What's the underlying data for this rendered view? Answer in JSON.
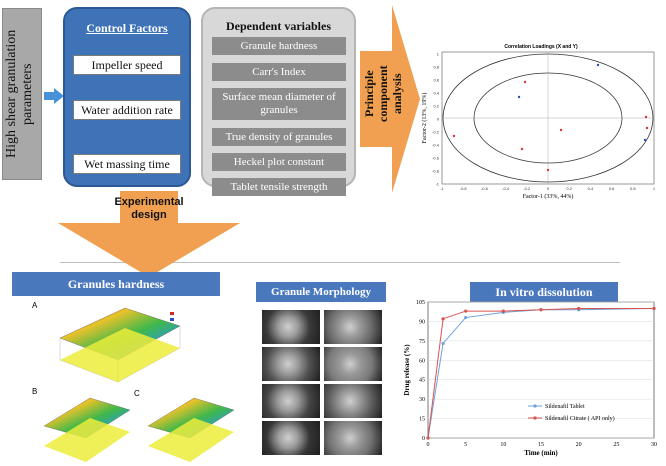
{
  "left_label": "High shear granulation parameters",
  "control": {
    "title": "Control Factors",
    "items": [
      "Impeller speed",
      "Water addition rate",
      "Wet massing time"
    ]
  },
  "dependent": {
    "title": "Dependent variables",
    "items": [
      "Granule hardness",
      "Carr's Index",
      "Surface mean diameter of granules",
      "True density of granules",
      "Heckel plot constant",
      "Tablet tensile strength"
    ]
  },
  "pca_label": "Principle component analysis",
  "pca_plot": {
    "title": "Correlation Loadings (X and Y)",
    "xlabel": "Factor-1 (33%, 44%)",
    "ylabel": "Factor-2 (13%, 19%)",
    "xticks": [
      "-1",
      "-0.8",
      "-0.6",
      "-0.4",
      "-0.2",
      "0",
      "0.2",
      "0.4",
      "0.6",
      "0.8",
      "1"
    ],
    "yticks": [
      "1",
      "0.8",
      "0.6",
      "0.4",
      "0.2",
      "0",
      "-0.2",
      "-0.4",
      "-0.6",
      "-0.8",
      "-1"
    ]
  },
  "experimental_label": "Experimental design",
  "granules_hardness": {
    "title": "Granules hardness",
    "panel_labels": [
      "A",
      "B",
      "C"
    ]
  },
  "morphology": {
    "title": "Granule Morphology"
  },
  "dissolution": {
    "title": "In vitro dissolution",
    "chart_data": {
      "type": "line",
      "xlabel": "Time (min)",
      "ylabel": "Drug release (%)",
      "xlim": [
        0,
        30
      ],
      "ylim": [
        0,
        105
      ],
      "xticks": [
        0,
        5,
        10,
        15,
        20,
        25,
        30
      ],
      "yticks": [
        0,
        15,
        30,
        45,
        60,
        75,
        90,
        105
      ],
      "series": [
        {
          "name": "Sildenafil Tablet",
          "color": "#6fa3d8",
          "x": [
            0,
            2,
            5,
            10,
            15,
            20,
            30
          ],
          "y": [
            0,
            73,
            93,
            97,
            99,
            99,
            100
          ]
        },
        {
          "name": "Sildenafil Citrate ( API only)",
          "color": "#d9534f",
          "x": [
            0,
            2,
            5,
            10,
            15,
            20,
            30
          ],
          "y": [
            0,
            92,
            98,
            98,
            99,
            100,
            100
          ]
        }
      ]
    }
  }
}
